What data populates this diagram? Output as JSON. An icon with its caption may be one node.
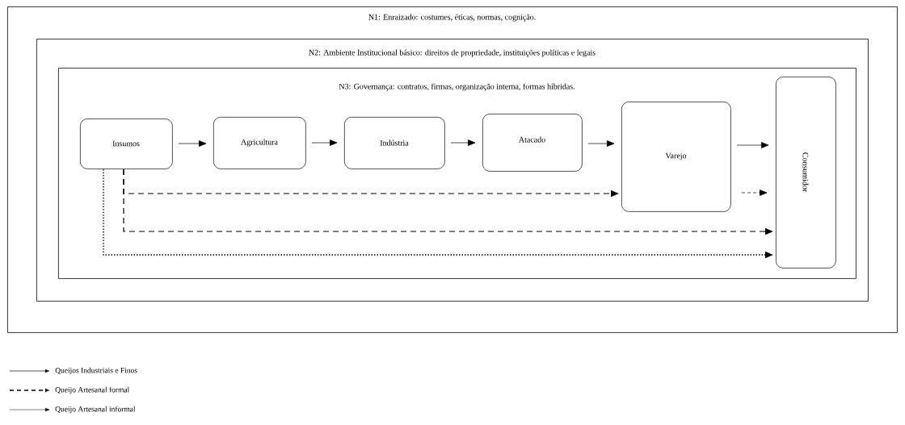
{
  "diagram": {
    "nodes": [
      {
        "text": [
          "N1: Enraizado: costumes, éticas, normas, cognição."
        ]
      },
      {
        "text": [
          "N2: Ambiente Institucional básico: direitos de propriedade, instituições políticas e legais"
        ],
        "in": 0
      },
      {
        "text": [
          "N3: Governança: contratos, firmas, organização interna, formas híbridas."
        ],
        "in": 1
      },
      {
        "text": [
          "Insumos"
        ],
        "in": 2
      },
      {
        "text": [
          "Agricultura"
        ],
        "in": 2
      },
      {
        "text": [
          "Indústria"
        ],
        "in": 2
      },
      {
        "text": [
          "Atacado"
        ],
        "in": 2
      },
      {
        "text": [
          "Varejo"
        ],
        "in": 2
      },
      {
        "text": [
          "Consumidor"
        ],
        "in": 2
      }
    ],
    "edges": [
      {
        "from": 3,
        "to": 4,
        "arrow": "to"
      },
      {
        "from": 4,
        "to": 5,
        "arrow": "to"
      },
      {
        "from": 5,
        "to": 6,
        "arrow": "to"
      },
      {
        "from": 6,
        "to": 7,
        "arrow": "to"
      },
      {
        "from": 7,
        "to": 8,
        "arrow": "to"
      },
      {
        "from": 3,
        "to": 7,
        "arrow": "to",
        "style": "dashed"
      },
      {
        "from": 7,
        "to": 8,
        "arrow": "to",
        "style": "dashed"
      },
      {
        "from": 3,
        "to": 8,
        "arrow": "to",
        "style": "dashed"
      },
      {
        "from": 3,
        "to": 8,
        "arrow": "to",
        "style": "dashed"
      }
    ],
    "legend": [
      {
        "text": "Queijos Industriais e Finos"
      },
      {
        "text": "Queijo Artesanal formal"
      },
      {
        "text": "Queijo Artesanal informal"
      }
    ]
  }
}
